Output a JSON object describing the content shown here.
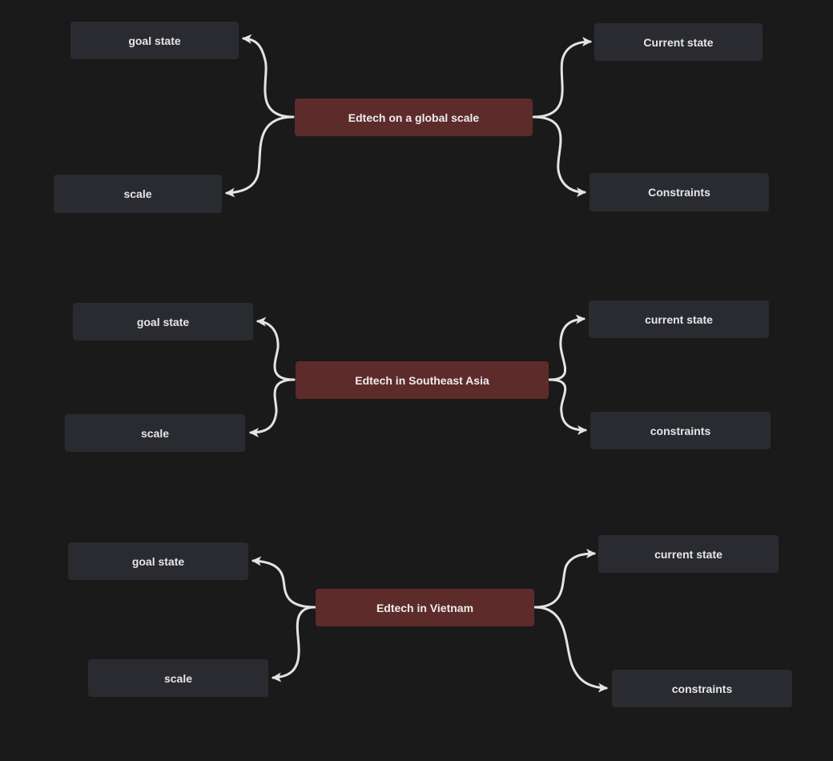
{
  "colors": {
    "background": "#1a1a1a",
    "center_node": "#5e2b2b",
    "child_node": "#2a2b30",
    "connector": "#e4e4e4",
    "text": "#e6e6e6"
  },
  "diagram": {
    "maps": [
      {
        "center": "Edtech on a global scale",
        "goal_state": "goal state",
        "scale": "scale",
        "current_state": "Current state",
        "constraints": "Constraints"
      },
      {
        "center": "Edtech in Southeast Asia",
        "goal_state": "goal state",
        "scale": "scale",
        "current_state": "current state",
        "constraints": "constraints"
      },
      {
        "center": "Edtech in Vietnam",
        "goal_state": "goal state",
        "scale": "scale",
        "current_state": "current state",
        "constraints": "constraints"
      }
    ]
  }
}
